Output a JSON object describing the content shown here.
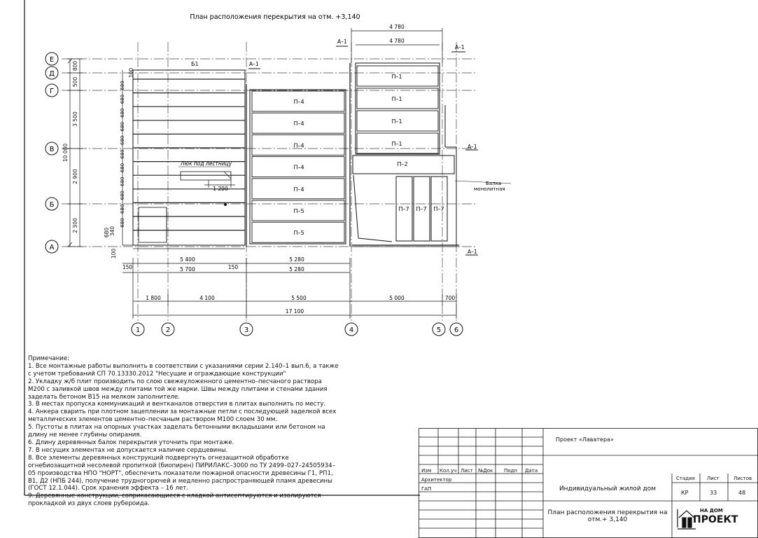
{
  "drawing": {
    "title": "План расположения перекрытия на отм. +3,140",
    "axes_rows": [
      "Е",
      "Д",
      "Г",
      "В",
      "Б",
      "А"
    ],
    "axes_cols": [
      "1",
      "2",
      "3",
      "4",
      "5",
      "6"
    ],
    "vertical_dims": [
      "800",
      "500",
      "3 500",
      "10 080",
      "2 900",
      "2 300",
      "680",
      "340",
      "100",
      "100"
    ],
    "slab_left_dims": [
      "680",
      "680",
      "680",
      "680",
      "680",
      "680",
      "680",
      "680",
      "680",
      "680",
      "680"
    ],
    "top_dims": [
      "4 780",
      "4 780"
    ],
    "bottom_dims_row1": [
      "5 400",
      "5 280"
    ],
    "bottom_dims_row2": [
      "5 700",
      "5 280"
    ],
    "small_dims": [
      "150",
      "150"
    ],
    "axis_dims": [
      "1 800",
      "4 100",
      "5 500",
      "5 000",
      "700"
    ],
    "total_dim": "17 100",
    "beam_label": "Б1",
    "section_labels": [
      "А–1",
      "А–1",
      "А–1",
      "А–1",
      "А–1"
    ],
    "hatch_label": "Люк под лестницу",
    "hatch_dim": "1 200",
    "mid_panels": [
      "П–4",
      "П–4",
      "П–4",
      "П–4",
      "П–4",
      "П–5",
      "П–5"
    ],
    "right_panels": [
      "П–1",
      "П–1",
      "П–1",
      "П–1"
    ],
    "p2_label": "П–2",
    "p7_labels": [
      "П–7",
      "П–7",
      "П–7"
    ],
    "beam_callout_1": "Балка",
    "beam_callout_2": "монолитная"
  },
  "notes": {
    "heading": "Примечание:",
    "lines": [
      "1. Все монтажные работы выполнить в соответствии с указаниями серии 2.140–1 вып.6, а также",
      "с учетом требований СП 70.13330.2012 \"Несущие и ограждающие конструкции\"",
      "2. Укладку ж/б плит производить по слою свежеуложенного цементно–песчаного раствора",
      "М200 с заливкой швов между плитами той же марки. Швы между плитами и стенами здания",
      "заделать бетоном В15 на мелком заполнителе.",
      "3. В местах пропуска коммуникаций и вентканалов отверстия в плитах выполнить по месту.",
      "4. Анкера сварить при плотном зацеплении за монтажные петли с последующей заделкой всех",
      "металлических элементов цементно–песчаным раствором М100 слоем 30 мм.",
      "5. Пустоты в плитах на опорных участках заделать бетонными вкладышами или бетоном на",
      "длину не менее глубины опирания.",
      "6. Длину деревянных балок перекрытия уточнить при монтаже.",
      "7. В несущих элементах не допускается наличие сердцевины.",
      "8. Все элементы деревянных конструкций подвергнуть огнезащитной обработке",
      "огнебиозащитной несолевой пропиткой (биопирен) ПИРИЛАКС–3000 по ТУ 2499–027–24505934–",
      "05 производства НПО \"НОРТ\", обеспечить показатели пожарной опасности древесины Г1, РП1,",
      "В1, Д2 (НПБ 244), получение трудногорючей и медленно распространяющей пламя древесины",
      "(ГОСТ 12.1.044). Срок хранения эффекта – 16 лет.",
      "9. Деревянные конструкции, соприкасающиеся с кладкой антисептируются и изолируются",
      "прокладкой из двух слоев рубероида."
    ]
  },
  "stamp": {
    "project": "Проект «Лаватера»",
    "headers": [
      "Изм",
      "Кол.уч",
      "Лист",
      "№Док",
      "Подп",
      "Дата"
    ],
    "roles": [
      "Архитектор",
      "ГАП"
    ],
    "object": "Индивидуальный жилой дом",
    "stage_label": "Стадия",
    "sheet_label": "Лист",
    "sheets_label": "Листов",
    "stage": "КР",
    "sheet": "33",
    "sheets": "48",
    "drawing_name": "План расположения перекрытия на отм.+ 3,140",
    "logo_small": "НА ДОМ",
    "logo_big": "ПРОЕКТ"
  }
}
